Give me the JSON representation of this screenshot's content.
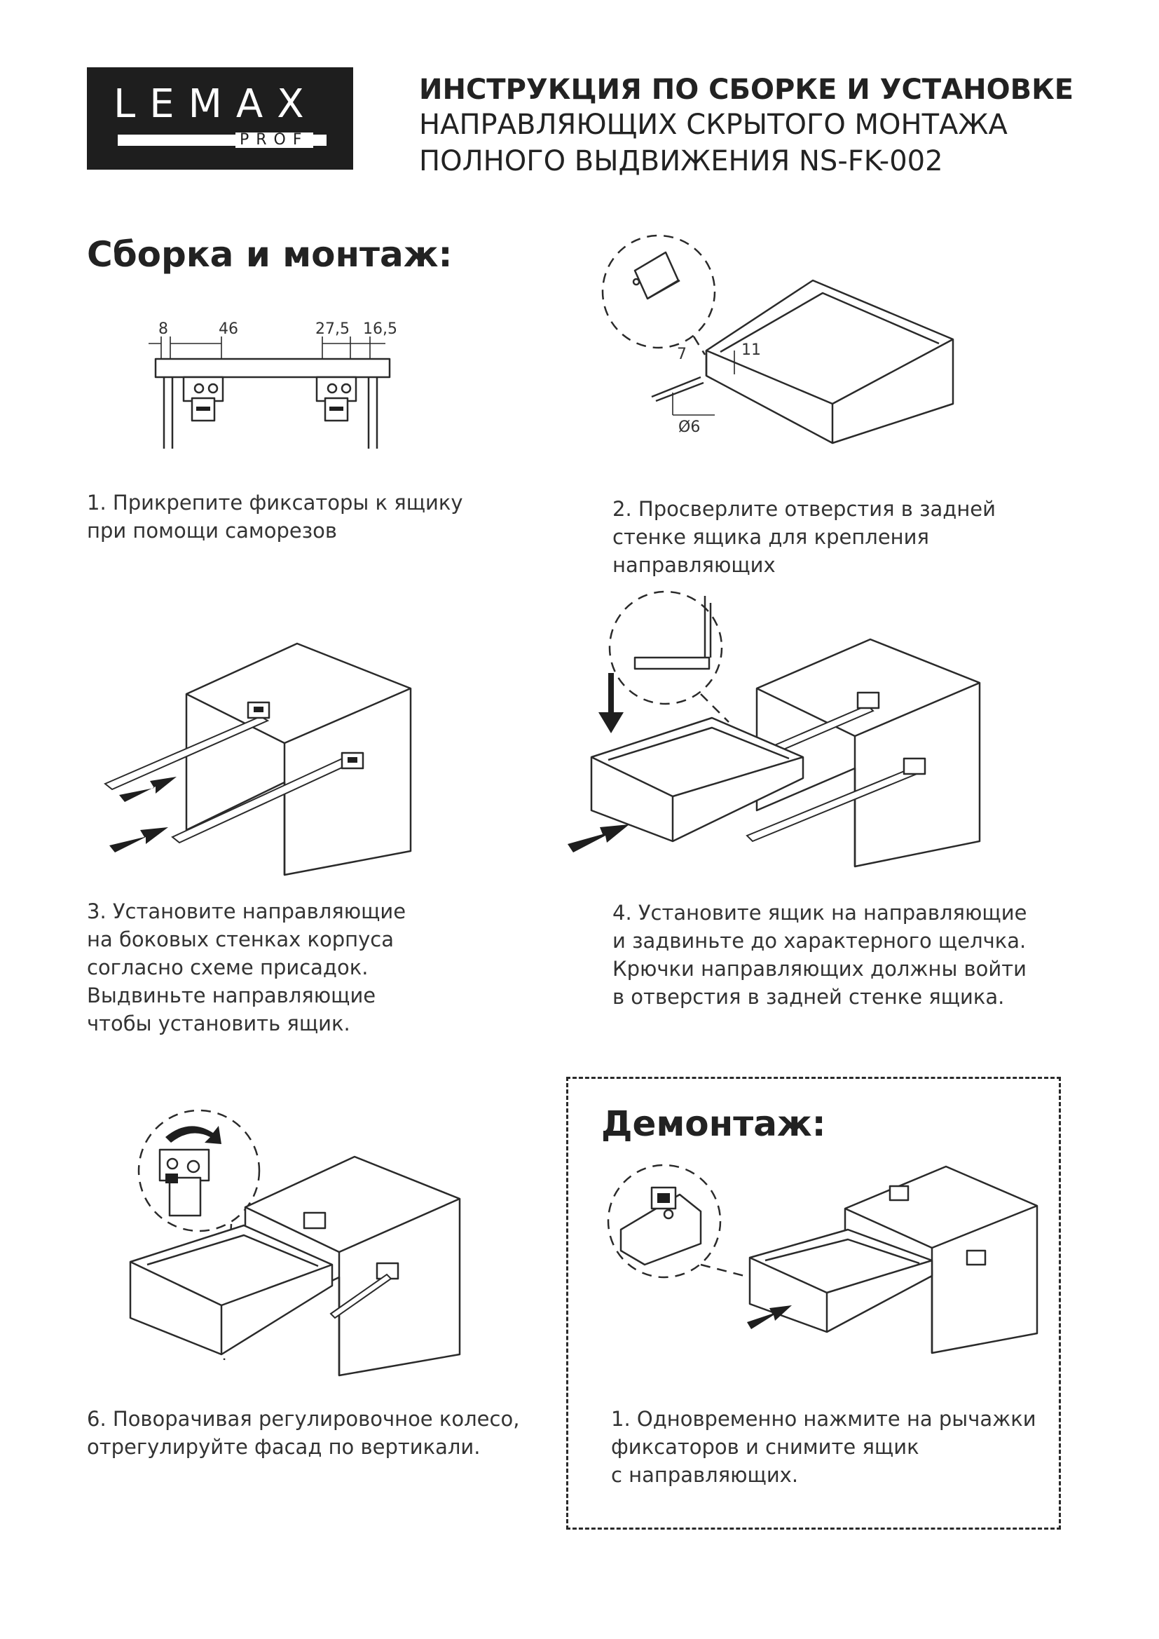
{
  "logo": {
    "brand": "LEMAX",
    "sub": "PROF"
  },
  "title": {
    "line1": "ИНСТРУКЦИЯ ПО СБОРКЕ И УСТАНОВКЕ",
    "line2": "НАПРАВЛЯЮЩИХ СКРЫТОГО МОНТАЖА",
    "line3": "ПОЛНОГО ВЫДВИЖЕНИЯ NS-FK-002"
  },
  "assembly": {
    "heading": "Сборка и монтаж:",
    "dimensions": {
      "d1": "8",
      "d2": "46",
      "d3": "27,5",
      "d4": "16,5",
      "d5": "7",
      "d6": "11",
      "d7": "Ø6"
    },
    "steps": [
      {
        "id": "step1",
        "text": "1. Прикрепите фиксаторы к ящику\nпри помощи саморезов"
      },
      {
        "id": "step2",
        "text": "2. Просверлите отверстия в задней\nстенке ящика для крепления\nнаправляющих"
      },
      {
        "id": "step3",
        "text": "3. Установите направляющие\nна боковых стенках корпуса\nсогласно схеме присадок.\nВыдвиньте направляющие\nчтобы установить ящик."
      },
      {
        "id": "step4",
        "text": "4. Установите ящик на направляющие\nи задвиньте до характерного щелчка.\nКрючки направляющих должны войти\nв отверстия в задней стенке ящика."
      },
      {
        "id": "step6",
        "text": "6. Поворачивая регулировочное колесо,\nотрегулируйте фасад по вертикали."
      }
    ]
  },
  "dismantling": {
    "heading": "Демонтаж:",
    "step": "1. Одновременно нажмите на рычажки\nфиксаторов и снимите ящик\nс направляющих."
  },
  "icons": {
    "arrow": "arrow-icon",
    "rotate": "rotate-arrow-icon"
  }
}
